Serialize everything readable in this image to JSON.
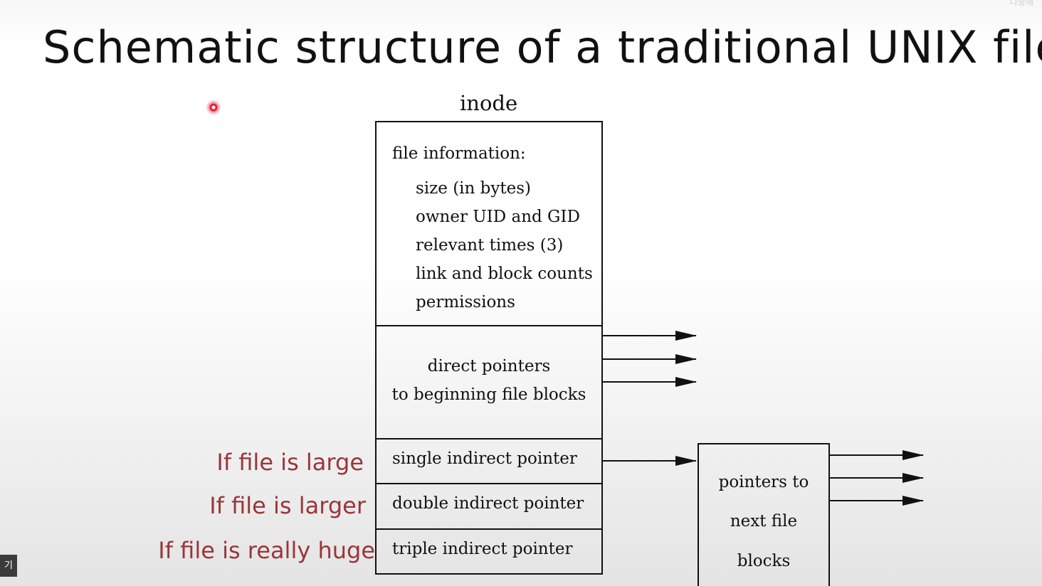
{
  "slide": {
    "title": "Schematic structure of a traditional UNIX file",
    "corner_text": "나중에"
  },
  "inode": {
    "label": "inode",
    "info_heading": "file information:",
    "info_items": [
      "size (in bytes)",
      "owner UID and GID",
      "relevant times (3)",
      "link and block counts",
      "permissions"
    ],
    "direct_line1": "direct pointers",
    "direct_line2": "to beginning file blocks",
    "single": "single indirect pointer",
    "double": "double indirect pointer",
    "triple": "triple indirect pointer"
  },
  "next_block": {
    "line1": "pointers to",
    "line2": "next file",
    "line3": "blocks"
  },
  "annotations": {
    "large": "If file is large",
    "larger": "If file is larger",
    "huge": "If file is really huge",
    "color": "#9b3539"
  },
  "player": {
    "caption_button": "기"
  },
  "icons": {
    "laser_pointer": "laser-pointer-icon"
  }
}
